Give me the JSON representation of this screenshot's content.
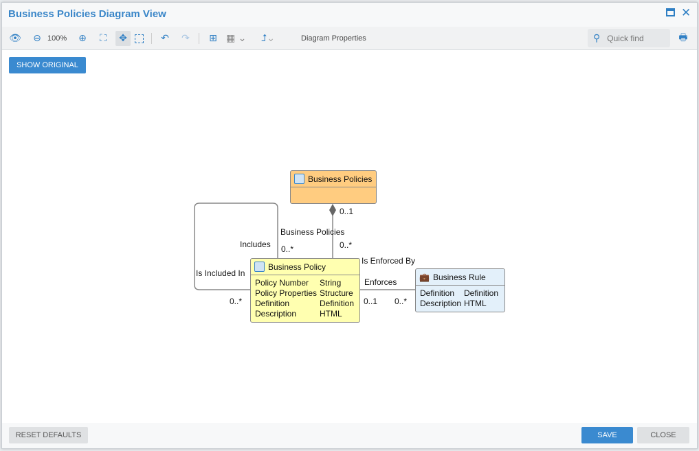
{
  "dialog": {
    "title": "Business Policies Diagram View"
  },
  "toolbar": {
    "zoom": "100%",
    "diagram_properties": "Diagram Properties",
    "quick_find_placeholder": "Quick find"
  },
  "actions": {
    "show_original": "SHOW ORIGINAL",
    "reset_defaults": "RESET DEFAULTS",
    "save": "SAVE",
    "close": "CLOSE"
  },
  "diagram": {
    "nodes": [
      {
        "title": "Business Policies",
        "color": "#ffcc80",
        "attributes": []
      },
      {
        "title": "Business Policy",
        "color": "#ffffb0",
        "attributes": [
          [
            "Policy Number",
            "String"
          ],
          [
            "Policy Properties",
            "Structure"
          ],
          [
            "Definition",
            "Definition"
          ],
          [
            "Description",
            "HTML"
          ]
        ]
      },
      {
        "title": "Business Rule",
        "color": "#e3f0fa",
        "attributes": [
          [
            "Definition",
            "Definition"
          ],
          [
            "Description",
            "HTML"
          ]
        ]
      }
    ],
    "labels": {
      "comp_top": "0..1",
      "comp_bottom": "0..*",
      "includes": "Includes",
      "business_policies": "Business Policies",
      "self_mult_top": "0..*",
      "is_included_in": "Is Included In",
      "self_mult_bottom": "0..*",
      "is_enforced_by": "Is Enforced By",
      "enforces": "Enforces",
      "rule_mult_left": "0..1",
      "rule_mult_right": "0..*"
    }
  }
}
